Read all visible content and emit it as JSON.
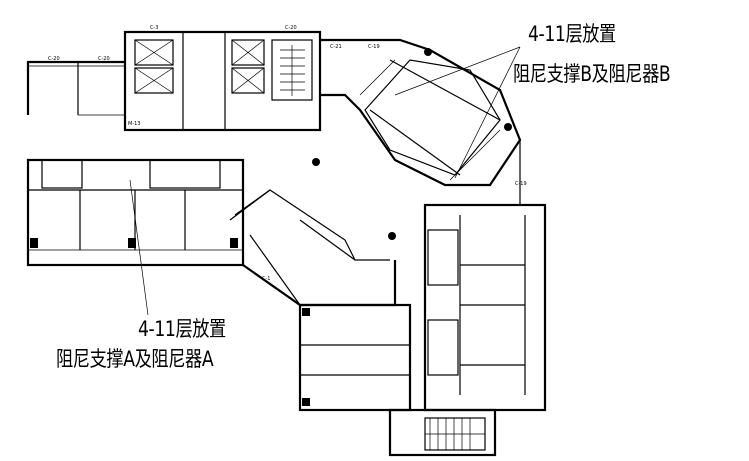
{
  "annotations": {
    "b": {
      "line1": "4-11层放置",
      "line2": "阻尼支撑B及阻尼器B"
    },
    "a": {
      "line1": "4-11层放置",
      "line2": "阻尼支撑A及阻尼器A"
    }
  },
  "labels": {
    "c20a": "C-20",
    "c20b": "C-20",
    "c3": "C-3",
    "c20c": "C-20",
    "c21": "C-21",
    "c19": "C-19",
    "m13": "M-13",
    "c19b": "C-19",
    "c1": "C-1"
  },
  "colors": {
    "line": "#000000",
    "background": "#ffffff"
  }
}
